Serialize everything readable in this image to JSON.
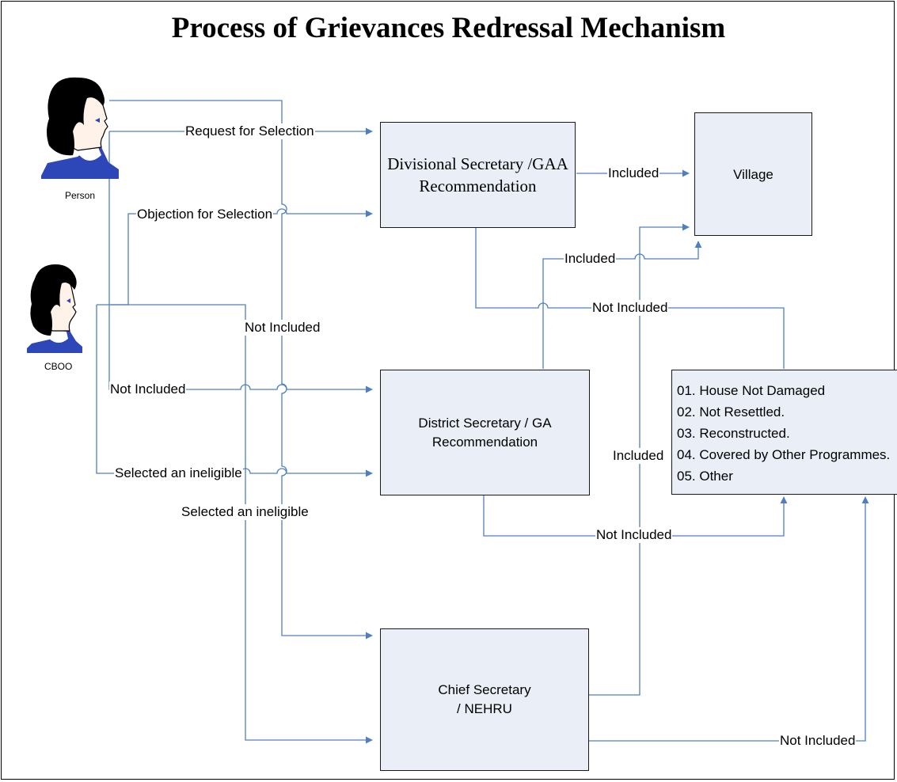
{
  "title": "Process of Grievances Redressal Mechanism",
  "actors": {
    "person": "Person",
    "cboo": "CBOO"
  },
  "boxes": {
    "divisional": "Divisional Secretary /GAA Recommendation",
    "village": "Village",
    "district": "District Secretary / GA Recommendation",
    "chief": "Chief Secretary / NEHRU"
  },
  "reasons": [
    "01. House Not Damaged",
    "02. Not Resettled.",
    "03. Reconstructed.",
    "04. Covered by Other Programmes.",
    "05. Other"
  ],
  "edge_labels": {
    "request": "Request for Selection",
    "objection": "Objection for Selection",
    "included_div": "Included",
    "included_dist": "Included",
    "included_chief": "Included",
    "not_included_div": "Not Included",
    "not_included_person": "Not Included",
    "not_included_vertical": "Not Included",
    "not_included_dist": "Not Included",
    "not_included_chief": "Not Included",
    "ineligible_cboo": "Selected an ineligible",
    "ineligible_vertical": "Selected an ineligible"
  },
  "colors": {
    "line": "#4f7fc1",
    "box_fill": "#e9eef7"
  }
}
